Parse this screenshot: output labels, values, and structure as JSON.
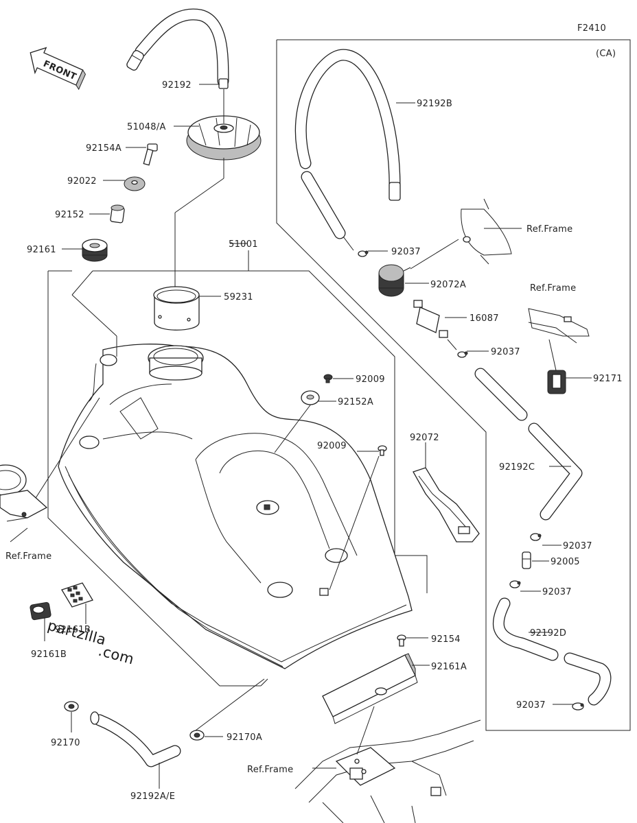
{
  "figure_code": "F2410",
  "region_label": "(CA)",
  "front_label": "FRONT",
  "watermark": {
    "line1": "partzilla",
    "line2": ".com"
  },
  "labels": {
    "p92192": "92192",
    "p51048A": "51048/A",
    "p92154A": "92154A",
    "p92022": "92022",
    "p92152": "92152",
    "p92161": "92161",
    "p51001": "51001",
    "p59231": "59231",
    "p92192B": "92192B",
    "p92037_a": "92037",
    "p92072A": "92072A",
    "p16087": "16087",
    "p92037_b": "92037",
    "ref_frame_1": "Ref.Frame",
    "ref_frame_2": "Ref.Frame",
    "p92171": "92171",
    "p92009_a": "92009",
    "p92152A": "92152A",
    "p92072": "92072",
    "p92009_b": "92009",
    "p92192C": "92192C",
    "p92037_c": "92037",
    "p92005": "92005",
    "p92037_d": "92037",
    "ref_frame_left": "Ref.Frame",
    "p92161B_a": "92161B",
    "p92161B_b": "92161B",
    "p92192D": "92192D",
    "p92154": "92154",
    "p92161A": "92161A",
    "p92037_e": "92037",
    "p92170": "92170",
    "p92170A": "92170A",
    "ref_frame_bottom": "Ref.Frame",
    "p92192AE": "92192A/E"
  }
}
